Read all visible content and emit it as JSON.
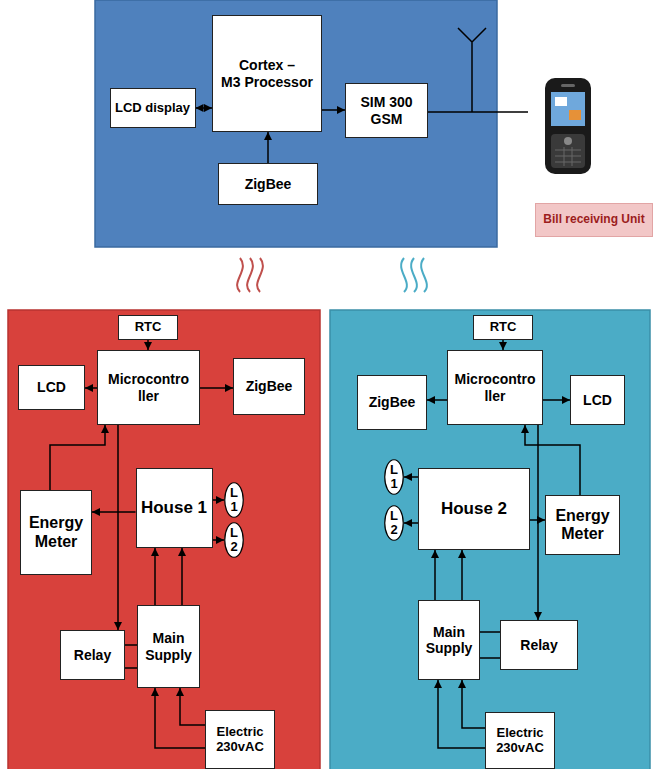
{
  "diagram": {
    "nodes": [
      {
        "text": [
          "LCD display"
        ]
      },
      {
        "text": [
          "Cortex – M3 Processor"
        ]
      },
      {
        "text": [
          "SIM 300 GSM"
        ]
      },
      {
        "text": [
          "ZigBee"
        ]
      },
      {
        "text": [
          "Bill receiving Unit"
        ]
      },
      {
        "text": [
          "RTC"
        ]
      },
      {
        "text": [
          "LCD"
        ]
      },
      {
        "text": [
          "Microcontro ller"
        ]
      },
      {
        "text": [
          "ZigBee"
        ]
      },
      {
        "text": [
          "Energy Meter"
        ]
      },
      {
        "text": [
          "House 1"
        ]
      },
      {
        "text": [
          "L 1"
        ]
      },
      {
        "text": [
          "L 2"
        ]
      },
      {
        "text": [
          "Relay"
        ]
      },
      {
        "text": [
          "Main Supply"
        ]
      },
      {
        "text": [
          "Electric 230vAC"
        ]
      },
      {
        "text": [
          "RTC"
        ]
      },
      {
        "text": [
          "ZigBee"
        ]
      },
      {
        "text": [
          "Microcontro ller"
        ]
      },
      {
        "text": [
          "LCD"
        ]
      },
      {
        "text": [
          "L 1"
        ]
      },
      {
        "text": [
          "House 2"
        ]
      },
      {
        "text": [
          "Energy Meter"
        ]
      },
      {
        "text": [
          "L 2"
        ]
      },
      {
        "text": [
          "Main Supply"
        ]
      },
      {
        "text": [
          "Relay"
        ]
      },
      {
        "text": [
          "Electric 230vAC"
        ]
      }
    ],
    "edges": [
      {
        "from": 1,
        "to": 0,
        "arrow": "both"
      },
      {
        "from": 1,
        "to": 2,
        "arrow": "to"
      },
      {
        "from": 3,
        "to": 1,
        "arrow": "to"
      },
      {
        "from": 5,
        "to": 7,
        "arrow": "to"
      },
      {
        "from": 7,
        "to": 6,
        "arrow": "to"
      },
      {
        "from": 7,
        "to": 8,
        "arrow": "to"
      },
      {
        "from": 9,
        "to": 7,
        "arrow": "to"
      },
      {
        "from": 10,
        "to": 9,
        "arrow": "to"
      },
      {
        "from": 10,
        "to": 11,
        "arrow": "to"
      },
      {
        "from": 10,
        "to": 12,
        "arrow": "to"
      },
      {
        "from": 7,
        "to": 13,
        "arrow": "to"
      },
      {
        "from": 13,
        "to": 14,
        "arrow": "none"
      },
      {
        "from": 14,
        "to": 10,
        "arrow": "to"
      },
      {
        "from": 15,
        "to": 14,
        "arrow": "to"
      },
      {
        "from": 16,
        "to": 18,
        "arrow": "to"
      },
      {
        "from": 18,
        "to": 17,
        "arrow": "to"
      },
      {
        "from": 18,
        "to": 19,
        "arrow": "to"
      },
      {
        "from": 22,
        "to": 18,
        "arrow": "to"
      },
      {
        "from": 21,
        "to": 22,
        "arrow": "to"
      },
      {
        "from": 21,
        "to": 20,
        "arrow": "to"
      },
      {
        "from": 21,
        "to": 23,
        "arrow": "to"
      },
      {
        "from": 18,
        "to": 25,
        "arrow": "to"
      },
      {
        "from": 25,
        "to": 24,
        "arrow": "none"
      },
      {
        "from": 24,
        "to": 21,
        "arrow": "to"
      },
      {
        "from": 26,
        "to": 24,
        "arrow": "to"
      }
    ]
  }
}
